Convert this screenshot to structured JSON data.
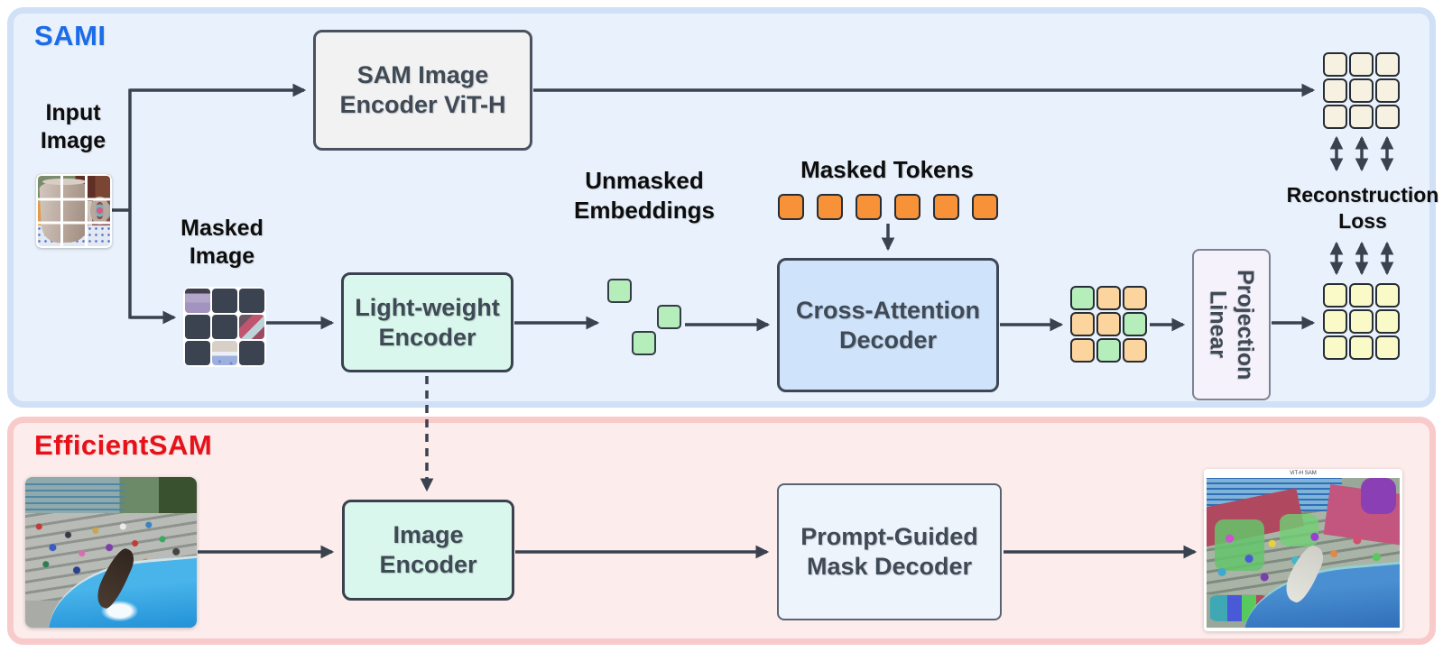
{
  "colors": {
    "sami_blue": "#1b6ce8",
    "esam_red": "#e8111a",
    "arrow": "#39424e",
    "box_text": "#3f4a56",
    "sami_panel_bg": "#e9f1fc",
    "sami_panel_border": "#cfe0f7",
    "esam_panel_bg": "#fdecec",
    "esam_panel_border": "#f8caca",
    "gray_box_bg": "#f2f2f2",
    "mint_box_bg": "#d9f7ec",
    "decoder_box_bg": "#cfe3fa",
    "linear_box_bg": "#f5f2fb",
    "mask_decoder_bg": "#eef4fc",
    "token_orange": "#f79238",
    "green": "#b5eebb",
    "peach": "#fcd49e",
    "cream": "#f6f1e0",
    "yellow": "#fafac9",
    "masked_cell_dark": "#3b4350"
  },
  "sami": {
    "title": "SAMI",
    "input_image_label": {
      "line1": "Input",
      "line2": "Image"
    },
    "masked_image_label": {
      "line1": "Masked",
      "line2": "Image"
    },
    "sam_encoder": {
      "line1": "SAM Image",
      "line2": "Encoder ViT-H"
    },
    "lightweight_encoder": {
      "line1": "Light-weight",
      "line2": "Encoder"
    },
    "unmasked_embeddings_label": {
      "line1": "Unmasked",
      "line2": "Embeddings"
    },
    "masked_tokens_label": "Masked Tokens",
    "masked_tokens_count": 6,
    "cross_attention_decoder": {
      "line1": "Cross-Attention",
      "line2": "Decoder"
    },
    "linear_projection": {
      "line1": "Linear",
      "line2": "Projection"
    },
    "reconstruction_loss_label": {
      "line1": "Reconstruction",
      "line2": "Loss"
    },
    "masked_image_pattern": {
      "rows": [
        [
          "patch_mug_top",
          "masked_cell_dark",
          "masked_cell_dark"
        ],
        [
          "masked_cell_dark",
          "masked_cell_dark",
          "patch_glass"
        ],
        [
          "masked_cell_dark",
          "patch_mug_bottom",
          "masked_cell_dark"
        ]
      ]
    },
    "mixed_grid": {
      "rows": [
        [
          "green",
          "peach",
          "peach"
        ],
        [
          "peach",
          "peach",
          "green"
        ],
        [
          "peach",
          "green",
          "peach"
        ]
      ]
    },
    "target_grid": {
      "rows": [
        [
          "cream",
          "cream",
          "cream"
        ],
        [
          "cream",
          "cream",
          "cream"
        ],
        [
          "cream",
          "cream",
          "cream"
        ]
      ]
    },
    "output_grid": {
      "rows": [
        [
          "yellow",
          "yellow",
          "yellow"
        ],
        [
          "yellow",
          "yellow",
          "yellow"
        ],
        [
          "yellow",
          "yellow",
          "yellow"
        ]
      ]
    }
  },
  "efficientsam": {
    "title": "EfficientSAM",
    "image_encoder": {
      "line1": "Image",
      "line2": "Encoder"
    },
    "mask_decoder": {
      "line1": "Prompt-Guided",
      "line2": "Mask Decoder"
    },
    "output_caption": "ViT-H SAM"
  }
}
